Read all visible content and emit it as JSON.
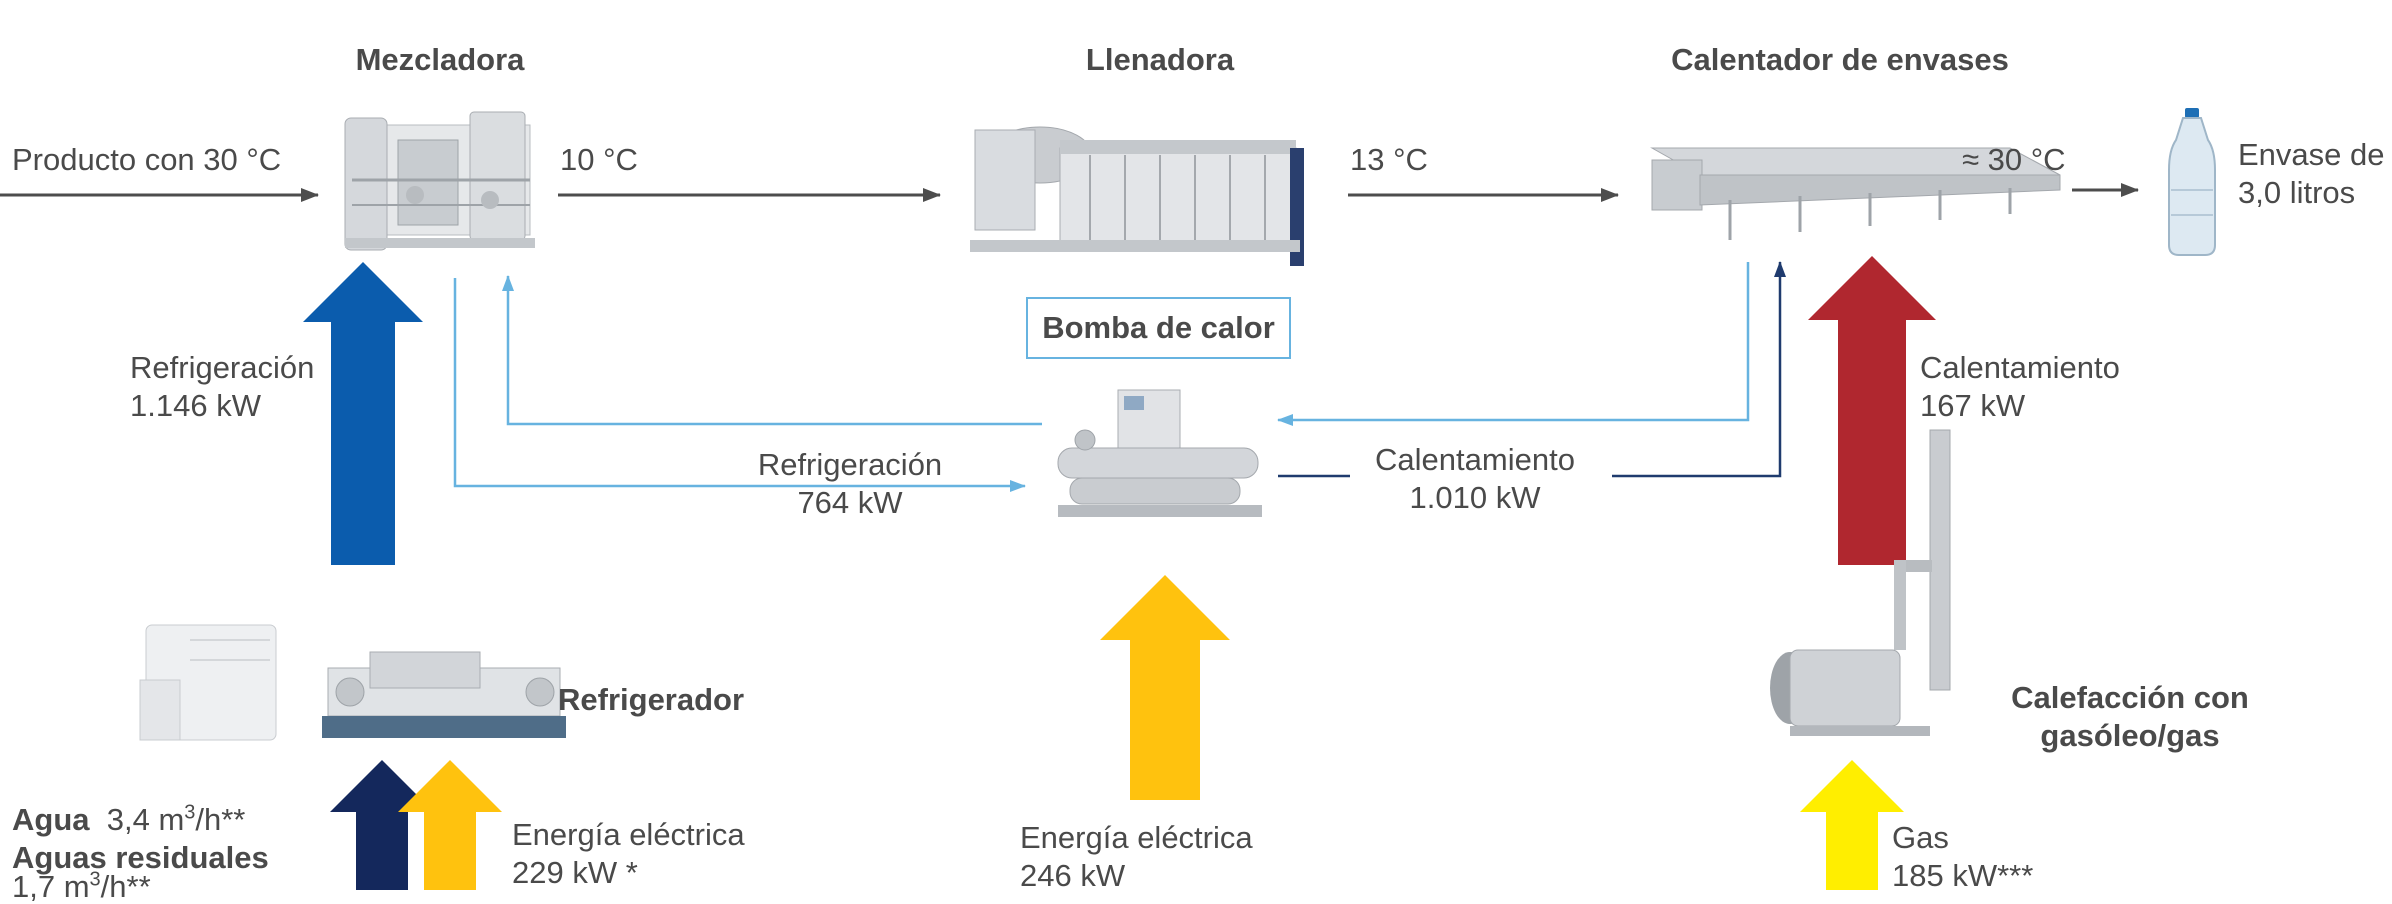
{
  "stations": {
    "mixer": "Mezcladora",
    "filler": "Llenadora",
    "warmer": "Calentador de envases",
    "heat_pump": "Bomba de calor",
    "chiller": "Refrigerador",
    "boiler_line1": "Calefacción con",
    "boiler_line2": "gasóleo/gas"
  },
  "product_flow": {
    "input": "Producto con 30 °C",
    "after_mixer": "10 °C",
    "after_filler": "13 °C",
    "after_warmer": "≈ 30 °C",
    "output_line1": "Envase de",
    "output_line2": "3,0 litros"
  },
  "energy": {
    "cooling_label": "Refrigeración",
    "cooling_value": "1.146 kW",
    "hp_cooling_label": "Refrigeración",
    "hp_cooling_value": "764 kW",
    "hp_heating_label": "Calentamiento",
    "hp_heating_value": "1.010 kW",
    "heating_label": "Calentamiento",
    "heating_value": "167 kW",
    "chiller_elec_label": "Energía eléctrica",
    "chiller_elec_value": "229 kW *",
    "hp_elec_label": "Energía eléctrica",
    "hp_elec_value": "246 kW",
    "gas_label": "Gas",
    "gas_value": "185 kW***"
  },
  "water": {
    "water_label": "Agua",
    "water_value": "3,4 m",
    "water_unit": "/h**",
    "waste_label": "Aguas residuales",
    "waste_value": "1,7 m",
    "waste_unit": "/h**",
    "superscript": "3"
  },
  "colors": {
    "cooling_blue": "#0b5cad",
    "heating_red": "#b0272f",
    "electric_yellow": "#ffc20e",
    "gas_yellow": "#ffee00",
    "water_navy": "#14285c",
    "pipe_light_blue": "#67b3e0",
    "pipe_navy": "#1f3b6e",
    "product_gray": "#4d4d4d"
  }
}
